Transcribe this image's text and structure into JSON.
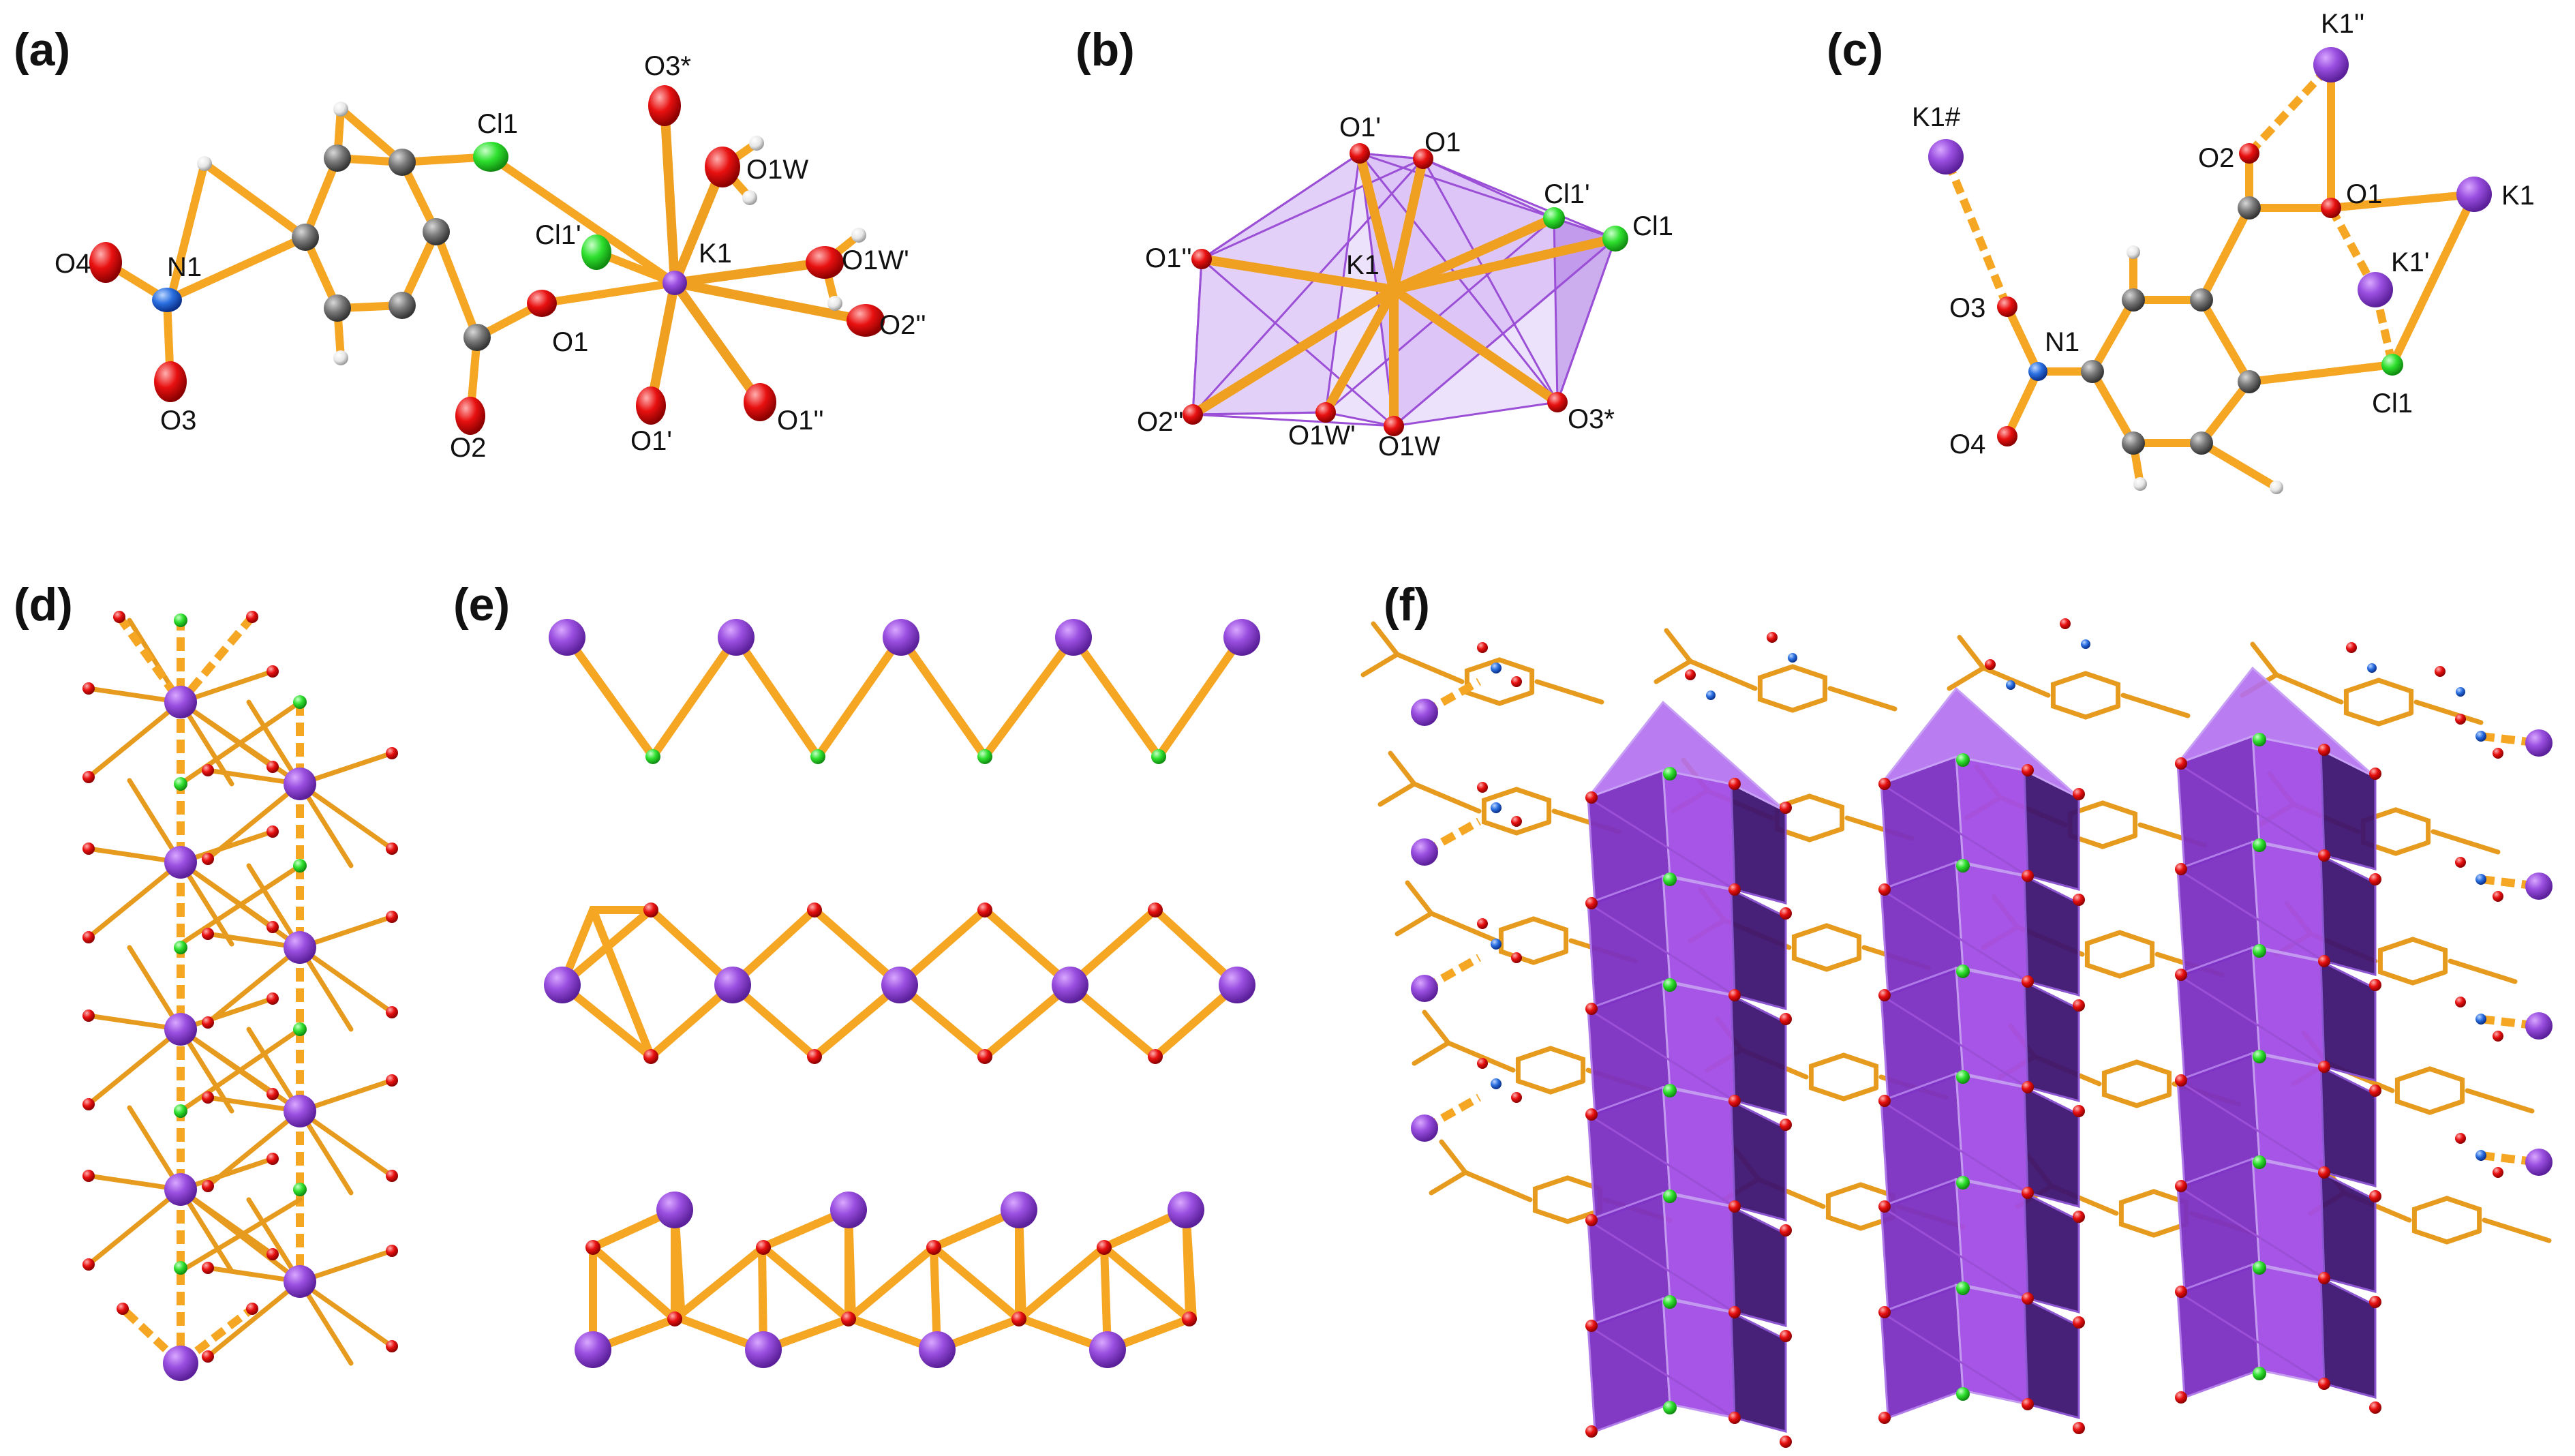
{
  "panels": {
    "a": {
      "label": "(a)",
      "atoms": [
        "Cl1",
        "O3*",
        "O1W",
        "Cl1'",
        "K1",
        "O1W'",
        "O4",
        "N1",
        "O1",
        "O2''",
        "O3",
        "O2",
        "O1'",
        "O1''"
      ]
    },
    "b": {
      "label": "(b)",
      "atoms": [
        "O1'",
        "O1",
        "Cl1'",
        "Cl1",
        "K1",
        "O1''",
        "O2''",
        "O1W'",
        "O1W",
        "O3*"
      ]
    },
    "c": {
      "label": "(c)",
      "atoms": [
        "K1''",
        "K1#",
        "O2",
        "O1",
        "K1",
        "K1'",
        "O3",
        "N1",
        "Cl1",
        "O4"
      ]
    },
    "d": {
      "label": "(d)"
    },
    "e": {
      "label": "(e)"
    },
    "f": {
      "label": "(f)"
    }
  },
  "colors": {
    "bond": "#f5a623",
    "potassium": "#8a3fcf",
    "chlorine": "#22dd22",
    "oxygen": "#e00000",
    "nitrogen": "#1a5fd6",
    "carbon": "#6e6e6e",
    "hydrogen": "#e8e8e8",
    "polyhedron": "#a24ce6"
  }
}
